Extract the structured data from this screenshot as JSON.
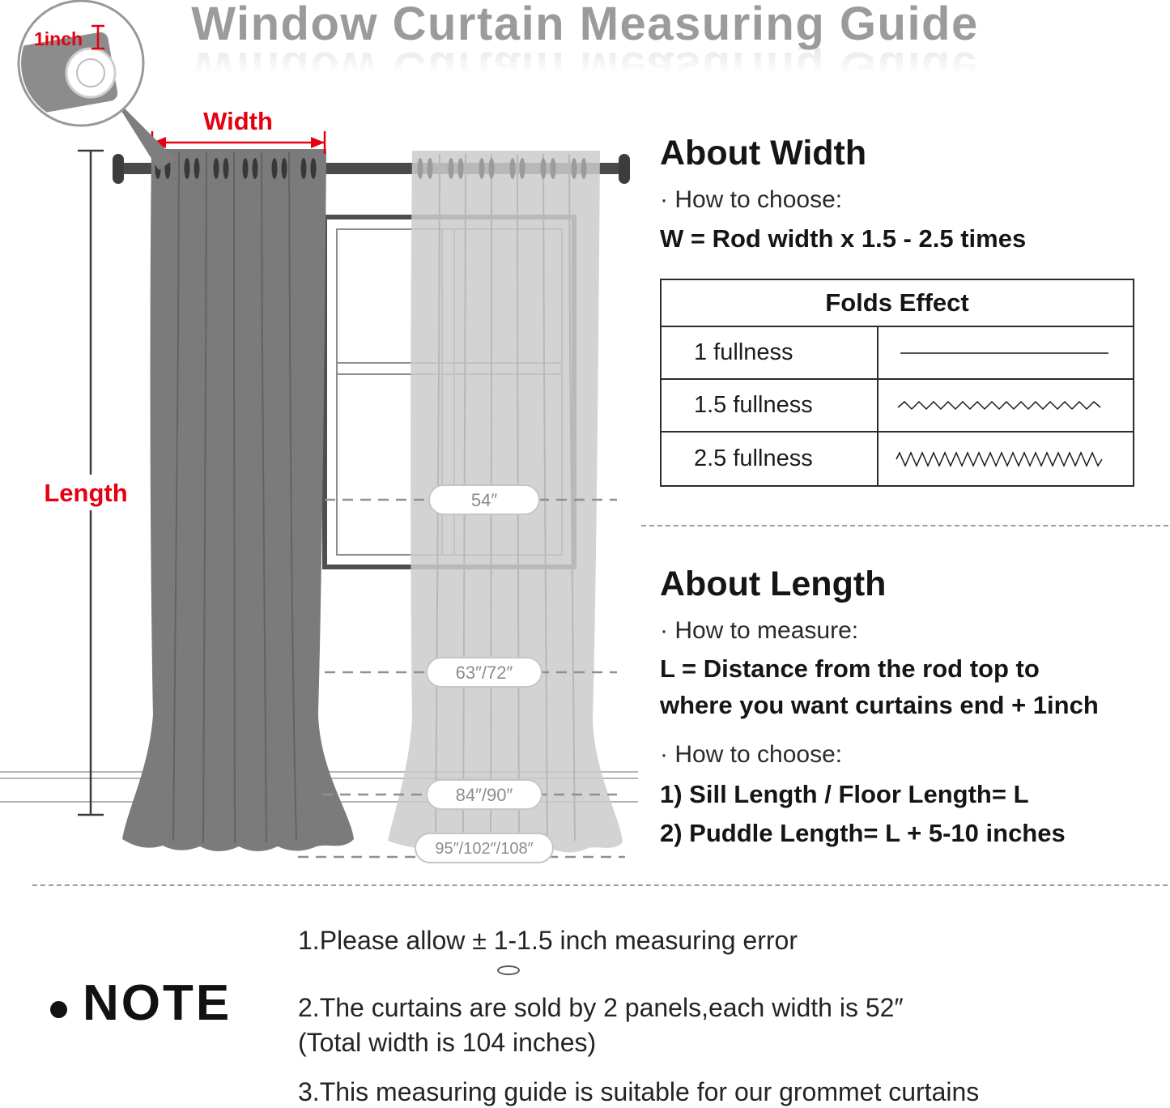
{
  "title": "Window Curtain Measuring Guide",
  "illustration": {
    "magnifier_label": "1inch",
    "width_label": "Width",
    "length_label": "Length",
    "size_labels": [
      "54″",
      "63″/72″",
      "84″/90″",
      "95″/102″/108″"
    ]
  },
  "about_width": {
    "heading": "About Width",
    "how_to_choose": "· How to choose:",
    "formula": "W = Rod width x 1.5 - 2.5 times",
    "folds_table": {
      "header": "Folds Effect",
      "rows": [
        {
          "label": "1 fullness",
          "wave": "straight-line"
        },
        {
          "label": "1.5 fullness",
          "wave": "small-zigzag"
        },
        {
          "label": "2.5 fullness",
          "wave": "dense-zigzag"
        }
      ]
    }
  },
  "about_length": {
    "heading": "About Length",
    "how_to_measure": "· How to measure:",
    "formula_lines": [
      "L = Distance from the rod top to",
      "where you want curtains end + 1inch"
    ],
    "how_to_choose": "· How to choose:",
    "options": [
      "1)  Sill Length / Floor Length= L",
      "2)  Puddle Length= L + 5-10 inches"
    ]
  },
  "note": {
    "heading": "NOTE",
    "items": [
      "1.Please allow ± 1-1.5 inch measuring error",
      "2.The curtains are sold by 2 panels,each width is 52″",
      "(Total width is 104 inches)",
      "3.This measuring guide is suitable for our grommet curtains"
    ]
  },
  "colors": {
    "accent_red": "#e60012",
    "title_gray": "#9b9b9b",
    "curtain_dark": "#7b7b7b",
    "curtain_light": "#cbcbcb"
  }
}
